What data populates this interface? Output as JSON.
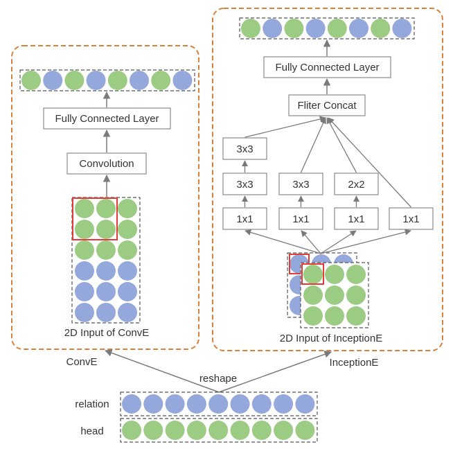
{
  "colors": {
    "panel_border": "#d9803b",
    "green": "#9ccc83",
    "blue": "#94a8dc",
    "highlight": "#e53935",
    "box_border": "#888888",
    "arrow": "#7a7a7a",
    "text": "#333333"
  },
  "conve": {
    "output_layer": [
      "green",
      "blue",
      "green",
      "blue",
      "green",
      "blue",
      "green",
      "blue"
    ],
    "fc_label": "Fully Connected Layer",
    "conv_label": "Convolution",
    "input_grid": [
      [
        "green",
        "green",
        "green"
      ],
      [
        "green",
        "green",
        "green"
      ],
      [
        "green",
        "green",
        "green"
      ],
      [
        "blue",
        "blue",
        "blue"
      ],
      [
        "blue",
        "blue",
        "blue"
      ],
      [
        "blue",
        "blue",
        "blue"
      ]
    ],
    "input_caption": "2D Input of ConvE",
    "name": "ConvE"
  },
  "inceptione": {
    "output_layer": [
      "green",
      "blue",
      "green",
      "blue",
      "green",
      "blue",
      "green",
      "blue"
    ],
    "fc_label": "Fully Connected Layer",
    "concat_label": "Fliter Concat",
    "branch1": [
      "1x1",
      "3x3",
      "3x3"
    ],
    "branch2": [
      "1x1",
      "3x3"
    ],
    "branch3": [
      "1x1",
      "2x2"
    ],
    "branch4": [
      "1x1"
    ],
    "input_caption": "2D Input of InceptionE",
    "name": "InceptionE"
  },
  "bottom": {
    "reshape_label": "reshape",
    "relation_label": "relation",
    "head_label": "head",
    "relation": [
      "blue",
      "blue",
      "blue",
      "blue",
      "blue",
      "blue",
      "blue",
      "blue",
      "blue"
    ],
    "head": [
      "green",
      "green",
      "green",
      "green",
      "green",
      "green",
      "green",
      "green",
      "green"
    ]
  }
}
